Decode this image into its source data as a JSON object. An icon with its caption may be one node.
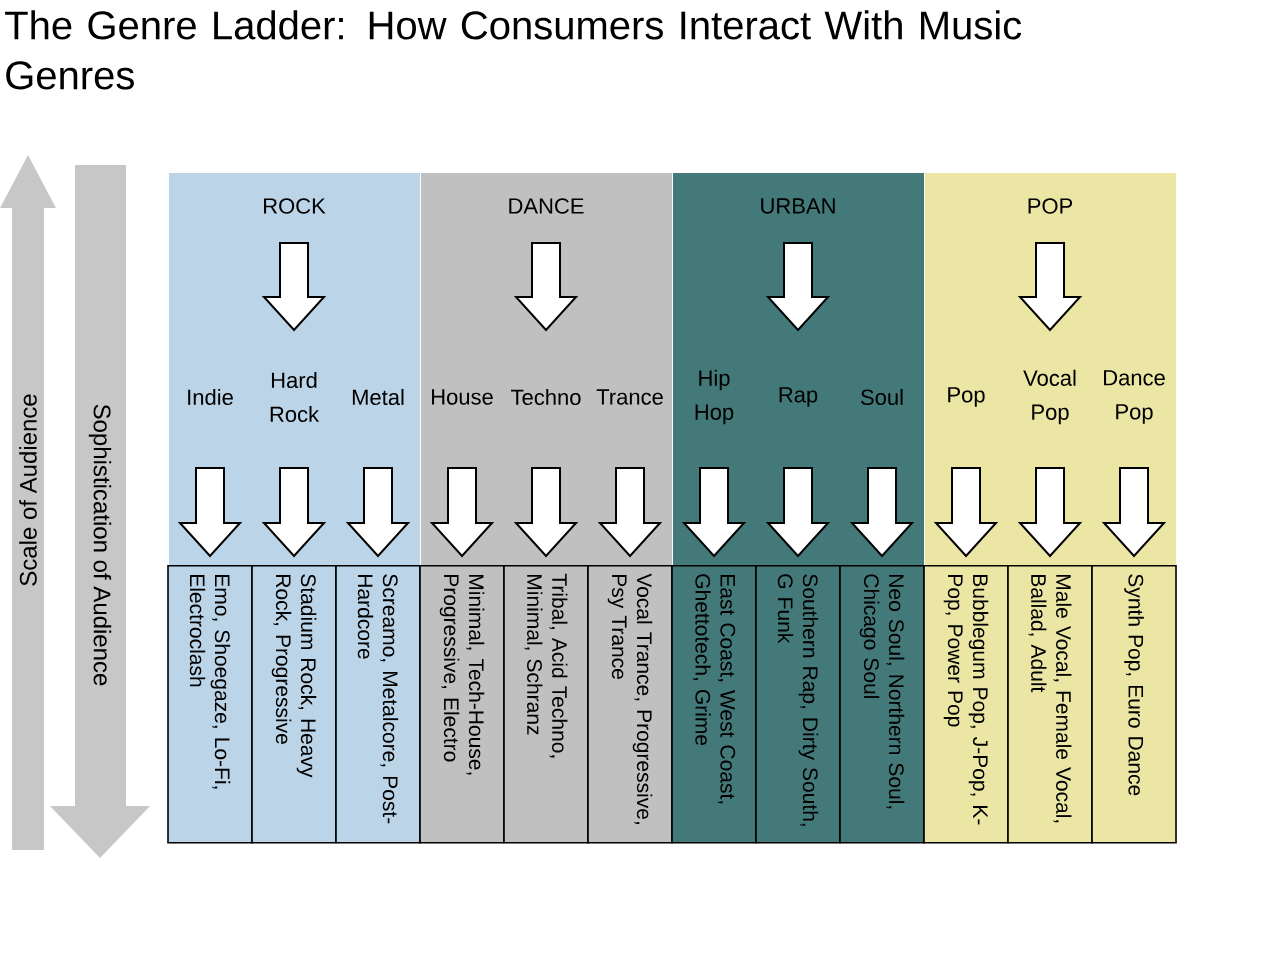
{
  "diagram": {
    "title": "The Genre Ladder: How Consumers Interact With Music Genres",
    "nodes": [
      {
        "text": [
          "ROCK"
        ]
      },
      {
        "text": [
          "Indie"
        ],
        "in": 0
      },
      {
        "text": [
          "Hard Rock"
        ],
        "in": 0
      },
      {
        "text": [
          "Metal"
        ],
        "in": 0
      },
      {
        "text": [
          "DANCE"
        ]
      },
      {
        "text": [
          "House"
        ],
        "in": 4
      },
      {
        "text": [
          "Techno"
        ],
        "in": 4
      },
      {
        "text": [
          "Trance"
        ],
        "in": 4
      },
      {
        "text": [
          "URBAN"
        ]
      },
      {
        "text": [
          "Hip Hop"
        ],
        "in": 8
      },
      {
        "text": [
          "Rap"
        ],
        "in": 8
      },
      {
        "text": [
          "Soul"
        ],
        "in": 8
      },
      {
        "text": [
          "POP"
        ]
      },
      {
        "text": [
          "Pop"
        ],
        "in": 12
      },
      {
        "text": [
          "Vocal Pop"
        ],
        "in": 12
      },
      {
        "text": [
          "Dance Pop"
        ],
        "in": 12
      },
      {
        "text": [
          "Emo, Shoegaze, Lo-Fi, Electroclash"
        ]
      },
      {
        "text": [
          "Stadium Rock, Heavy Rock, Progressive"
        ]
      },
      {
        "text": [
          "Screamo, Metalcore, Post-Hardcore"
        ]
      },
      {
        "text": [
          "Minimal, Tech-House, Progressive, Electro"
        ]
      },
      {
        "text": [
          "Tribal, Acid Techno, Minimal, Schranz"
        ]
      },
      {
        "text": [
          "Vocal Trance, Progressive, Psy Trance"
        ]
      },
      {
        "text": [
          "East Coast, West Coast, Ghettotech, Grime"
        ]
      },
      {
        "text": [
          "Southern Rap, Dirty South, G Funk"
        ]
      },
      {
        "text": [
          "Neo Soul, Northern Soul, Chicago Soul"
        ]
      },
      {
        "text": [
          "Bubblegum Pop, J-Pop, K-Pop, Power Pop"
        ]
      },
      {
        "text": [
          "Male Vocal, Female Vocal, Ballad, Adult"
        ]
      },
      {
        "text": [
          "Synth Pop, Euro Dance"
        ]
      }
    ],
    "edges": [
      {
        "from": 0,
        "to": 2,
        "arrow": "to"
      },
      {
        "from": 4,
        "to": 6,
        "arrow": "to"
      },
      {
        "from": 8,
        "to": 10,
        "arrow": "to"
      },
      {
        "from": 12,
        "to": 14,
        "arrow": "to"
      },
      {
        "from": 1,
        "to": 16,
        "arrow": "to"
      },
      {
        "from": 2,
        "to": 17,
        "arrow": "to"
      },
      {
        "from": 3,
        "to": 18,
        "arrow": "to"
      },
      {
        "from": 5,
        "to": 19,
        "arrow": "to"
      },
      {
        "from": 6,
        "to": 20,
        "arrow": "to"
      },
      {
        "from": 7,
        "to": 21,
        "arrow": "to"
      },
      {
        "from": 9,
        "to": 22,
        "arrow": "to"
      },
      {
        "from": 10,
        "to": 23,
        "arrow": "to"
      },
      {
        "from": 11,
        "to": 24,
        "arrow": "to"
      },
      {
        "from": 13,
        "to": 25,
        "arrow": "to"
      },
      {
        "from": 14,
        "to": 26,
        "arrow": "to"
      },
      {
        "from": 15,
        "to": 27,
        "arrow": "to"
      }
    ],
    "labels": [
      "Scale of Audience",
      "Sophistication of Audience"
    ]
  }
}
